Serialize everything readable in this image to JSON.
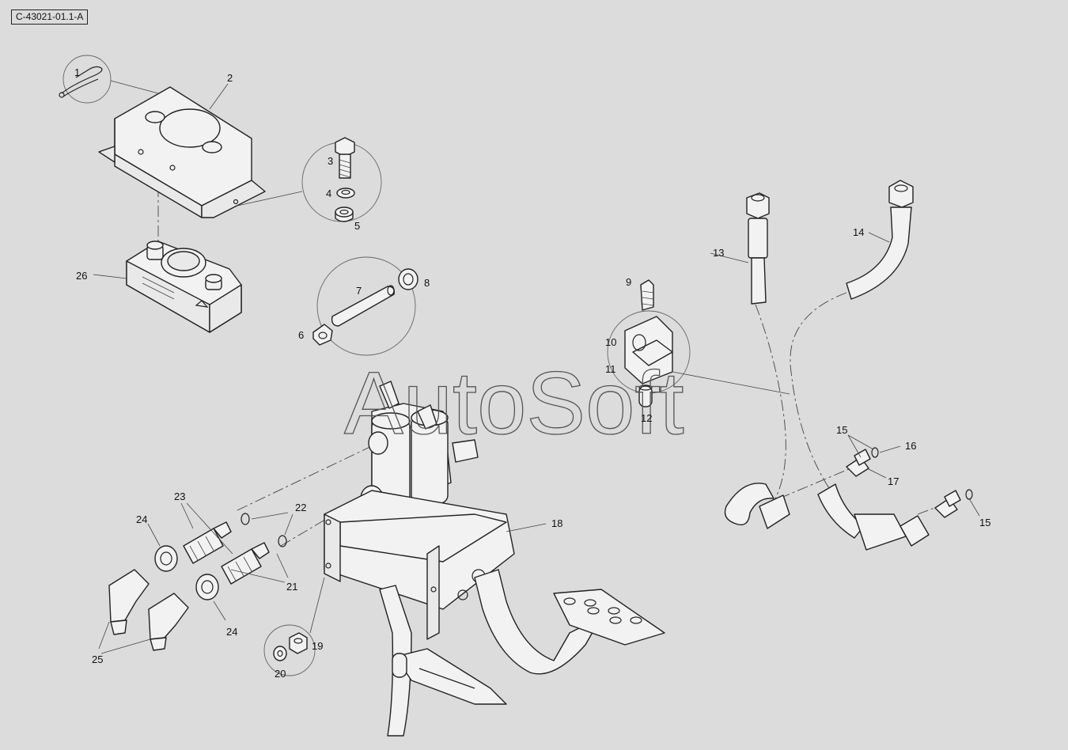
{
  "drawing_reference": "C-43021-01.1-A",
  "watermark": "AutoSoft",
  "callouts": [
    "1",
    "2",
    "3",
    "4",
    "5",
    "6",
    "7",
    "8",
    "9",
    "10",
    "11",
    "12",
    "13",
    "14",
    "15",
    "15",
    "16",
    "17",
    "18",
    "19",
    "20",
    "21",
    "22",
    "23",
    "24",
    "24",
    "25",
    "26"
  ]
}
